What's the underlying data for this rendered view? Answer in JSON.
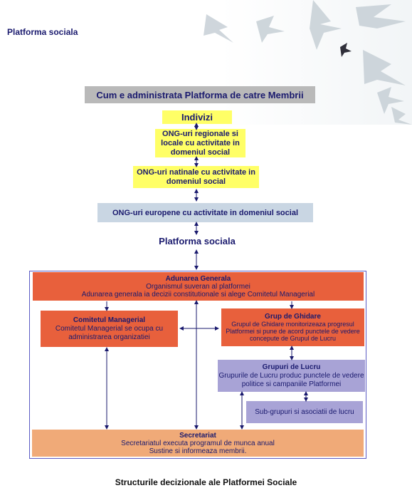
{
  "page_title": "Platforma sociala",
  "diagram": {
    "title": "Cum e administrata Platforma de catre Membrii",
    "members": [
      "Indivizi",
      "ONG-uri regionale si locale cu activitate in domeniul social",
      "ONG-uri natinale cu activitate in domeniul social",
      "ONG-uri europene cu activitate in domeniul social"
    ],
    "platforma_label": "Platforma sociala",
    "adunarea": {
      "title": "Adunarea Generala",
      "line1": "Organismul suveran al platformei",
      "line2": "Adunarea generala ia decizii constitutionale si alege Comitetul Managerial"
    },
    "comitetul": {
      "title": "Comitetul Managerial",
      "text": "Comitetul Managerial se ocupa cu administrarea organizatiei"
    },
    "grup_ghidare": {
      "title": "Grup de Ghidare",
      "text": "Grupul de Ghidare monitorizeaza progresul Platformei si pune de acord punctele de vedere concepute de Grupul de Lucru"
    },
    "grupuri_lucru": {
      "title": "Grupuri de Lucru",
      "text": "Grupurile de Lucru produc punctele de vedere politice si campaniile Platformei"
    },
    "sub_grupuri": "Sub-grupuri si asociatii de lucru",
    "secretariat": {
      "title": "Secretariat",
      "line1": "Secretariatul executa programul de munca anual",
      "line2": "Sustine si informeaza membrii."
    },
    "caption": "Structurile decizionale ale Platformei Sociale"
  },
  "colors": {
    "yellow": "#ffff66",
    "orange": "#e8603c",
    "purple": "#a8a3d6",
    "peach": "#f0aa78",
    "grey": "#b9b9b9",
    "light_blue": "#c9d6e3",
    "text": "#1a1a6e"
  }
}
